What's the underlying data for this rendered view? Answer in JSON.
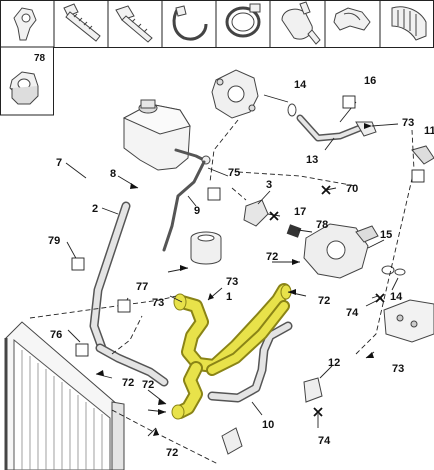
{
  "header_strip": {
    "cells": [
      {
        "icon": "clamp-icon"
      },
      {
        "icon": "bolt-icon"
      },
      {
        "icon": "screw-icon"
      },
      {
        "icon": "hose-clip-icon"
      },
      {
        "icon": "band-clamp-icon"
      },
      {
        "icon": "spring-clamp-icon"
      },
      {
        "icon": "retainer-clip-icon"
      },
      {
        "icon": "bracket-icon"
      }
    ],
    "extra_cell": {
      "label": "78",
      "icon": "nut-icon"
    }
  },
  "callouts": {
    "c1": "1",
    "c2": "2",
    "c3": "3",
    "c7": "7",
    "c8": "8",
    "c9": "9",
    "c10": "10",
    "c11": "11",
    "c12": "12",
    "c13": "13",
    "c14a": "14",
    "c14b": "14",
    "c15": "15",
    "c16": "16",
    "c17": "17",
    "c70": "70",
    "c72a": "72",
    "c72b": "72",
    "c72c": "72",
    "c72d": "72",
    "c72e": "72",
    "c73a": "73",
    "c73b": "73",
    "c73c": "73",
    "c73d": "73",
    "c74a": "74",
    "c74b": "74",
    "c75": "75",
    "c76": "76",
    "c77": "77",
    "c78": "78",
    "c79": "79"
  },
  "colors": {
    "highlight": "#e8e24a",
    "highlight_edge": "#8a8416",
    "hose": "#d0d0d0",
    "hose_edge": "#555555",
    "line": "#222222"
  }
}
